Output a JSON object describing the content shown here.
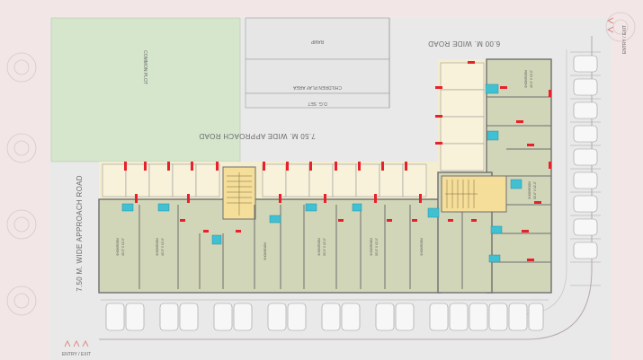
{
  "labels": {
    "entry_exit_top": "ENTRY / EXIT",
    "entry_exit_bottom": "ENTRY / EXIT",
    "road_top": "6.00 M. WIDE ROAD",
    "approach_road_mid": "7.50 M. WIDE APPROACH ROAD",
    "approach_road_left": "7.50 M. WIDE APPROACH ROAD",
    "common_plot": "COMMON PLOT",
    "children_play_area": "CHILDREN PLAY AREA",
    "ramp": "RAMP",
    "dg_set": "D.G. SET",
    "showroom": "SHOWROOM",
    "dim_a": "40'-0\" X 12'-0\"",
    "dim_b": "30'-0\" X 12'-0\""
  },
  "colors": {
    "site_pink": "#f3e6e6",
    "road_grey": "#e9e9e9",
    "common_plot_green": "#d5e6cd",
    "building_fill": "#d2d6b8",
    "showroom_fill": "#dadcc4",
    "wall": "#6e6e6e",
    "door_red": "#e8202a",
    "toilet_cyan": "#3fc1d3",
    "stair_fill": "#f5dd9a",
    "balcony_fill": "#f4edd0"
  },
  "icons": {
    "tree": "tree-symbol-icon",
    "car": "parked-car-icon",
    "entry_arrows": "entry-arrows-icon"
  }
}
